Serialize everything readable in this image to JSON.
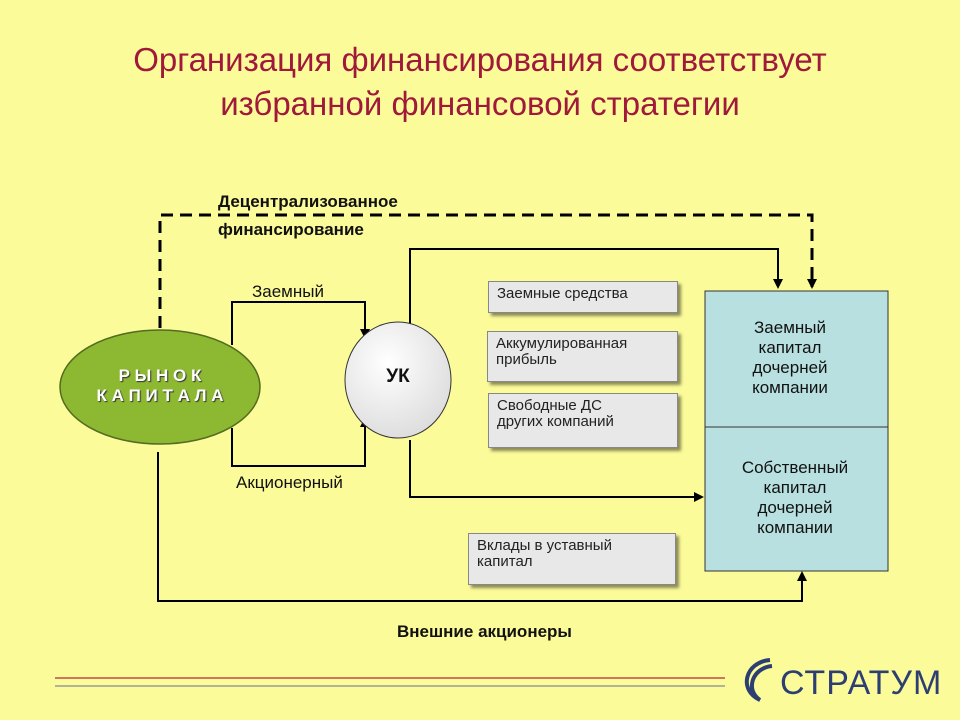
{
  "slide": {
    "title_line1": "Организация финансирования соответствует",
    "title_line2": "избранной финансовой стратегии"
  },
  "diagram": {
    "decentralized_line1": "Децентрализованное",
    "decentralized_line2": "финансирование",
    "market_line1": "Р Ы Н О К",
    "market_line2": "К А П И Т А Л А",
    "uk_label": "УК",
    "debt_label": "Заемный",
    "equity_label": "Акционерный",
    "source_boxes": [
      {
        "line1": "Заемные средства",
        "line2": ""
      },
      {
        "line1": "Аккумулированная",
        "line2": "прибыль"
      },
      {
        "line1": "Свободные ДС",
        "line2": "других компаний"
      },
      {
        "line1": "Вклады в уставный",
        "line2": "капитал"
      }
    ],
    "subsidiary_debt": [
      "Заемный",
      "капитал",
      "дочерней",
      "компании"
    ],
    "subsidiary_equity": [
      "Собственный",
      "капитал",
      "дочерней",
      "компании"
    ],
    "external_shareholders": "Внешние акционеры"
  },
  "colors": {
    "background": "#FBFB9A",
    "title": "#A0183A",
    "market_fill": "#8DB832",
    "subsidiary_fill": "#B8E0E0"
  },
  "logo": {
    "text": "СТРАТУМ"
  }
}
